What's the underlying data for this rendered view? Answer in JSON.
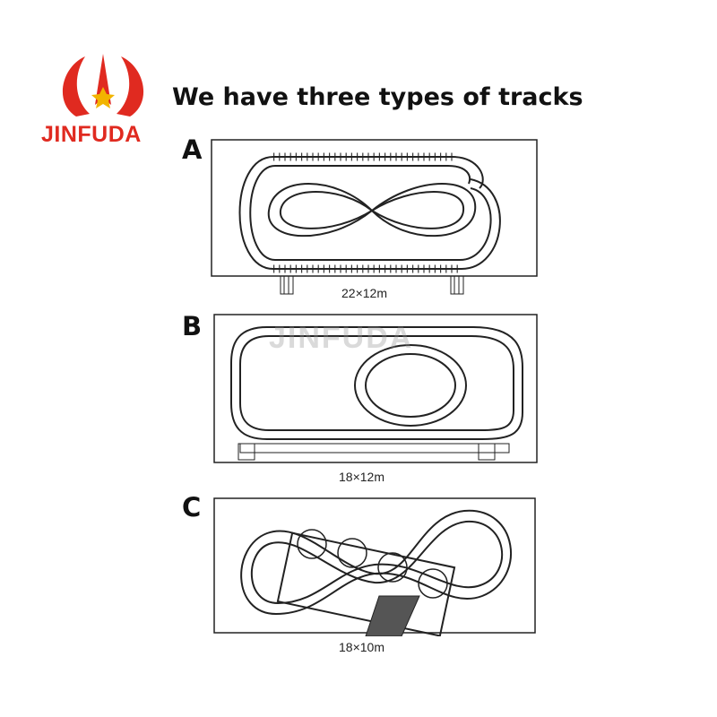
{
  "brand": {
    "name": "JINFUDA",
    "color": "#e02a20"
  },
  "headline": "We have three types of tracks",
  "watermark": "JINFUDA",
  "tracks": [
    {
      "letter": "A",
      "dimensions": "22×12m",
      "shape": "figure-eight loop inside oval"
    },
    {
      "letter": "B",
      "dimensions": "18×12m",
      "shape": "oval with inner loop"
    },
    {
      "letter": "C",
      "dimensions": "18×10m",
      "shape": "figure-eight with station"
    }
  ]
}
